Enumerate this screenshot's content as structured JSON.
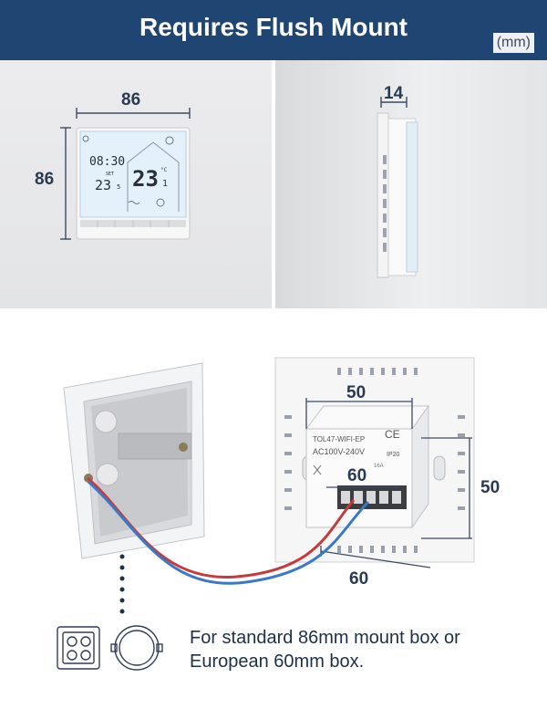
{
  "header": {
    "title": "Requires Flush Mount",
    "unit": "(mm)"
  },
  "front_view": {
    "width_label": "86",
    "height_label": "86",
    "screen": {
      "time": "08:30",
      "set_label": "SET",
      "set_temp": "23",
      "set_temp_decimal": "5",
      "room_temp": "23",
      "room_temp_decimal": "1",
      "temp_unit": "°C"
    }
  },
  "side_view": {
    "depth_label": "14"
  },
  "back_view": {
    "module_width_label": "50",
    "module_height_label": "50",
    "module_depth_label": "60",
    "plate_width_label": "60",
    "model_label": "TOL47-WIFI-EP",
    "voltage_label": "AC100V-240V",
    "rating_label": "16A",
    "ip_label": "IP20",
    "ce_label": "CE"
  },
  "caption": {
    "line1": "For standard 86mm mount box or",
    "line2": "European 60mm box."
  },
  "colors": {
    "banner": "#1f4673",
    "dimension_line": "#3b4a63",
    "wire_red": "#c83a3a",
    "wire_blue": "#3a78c8"
  }
}
